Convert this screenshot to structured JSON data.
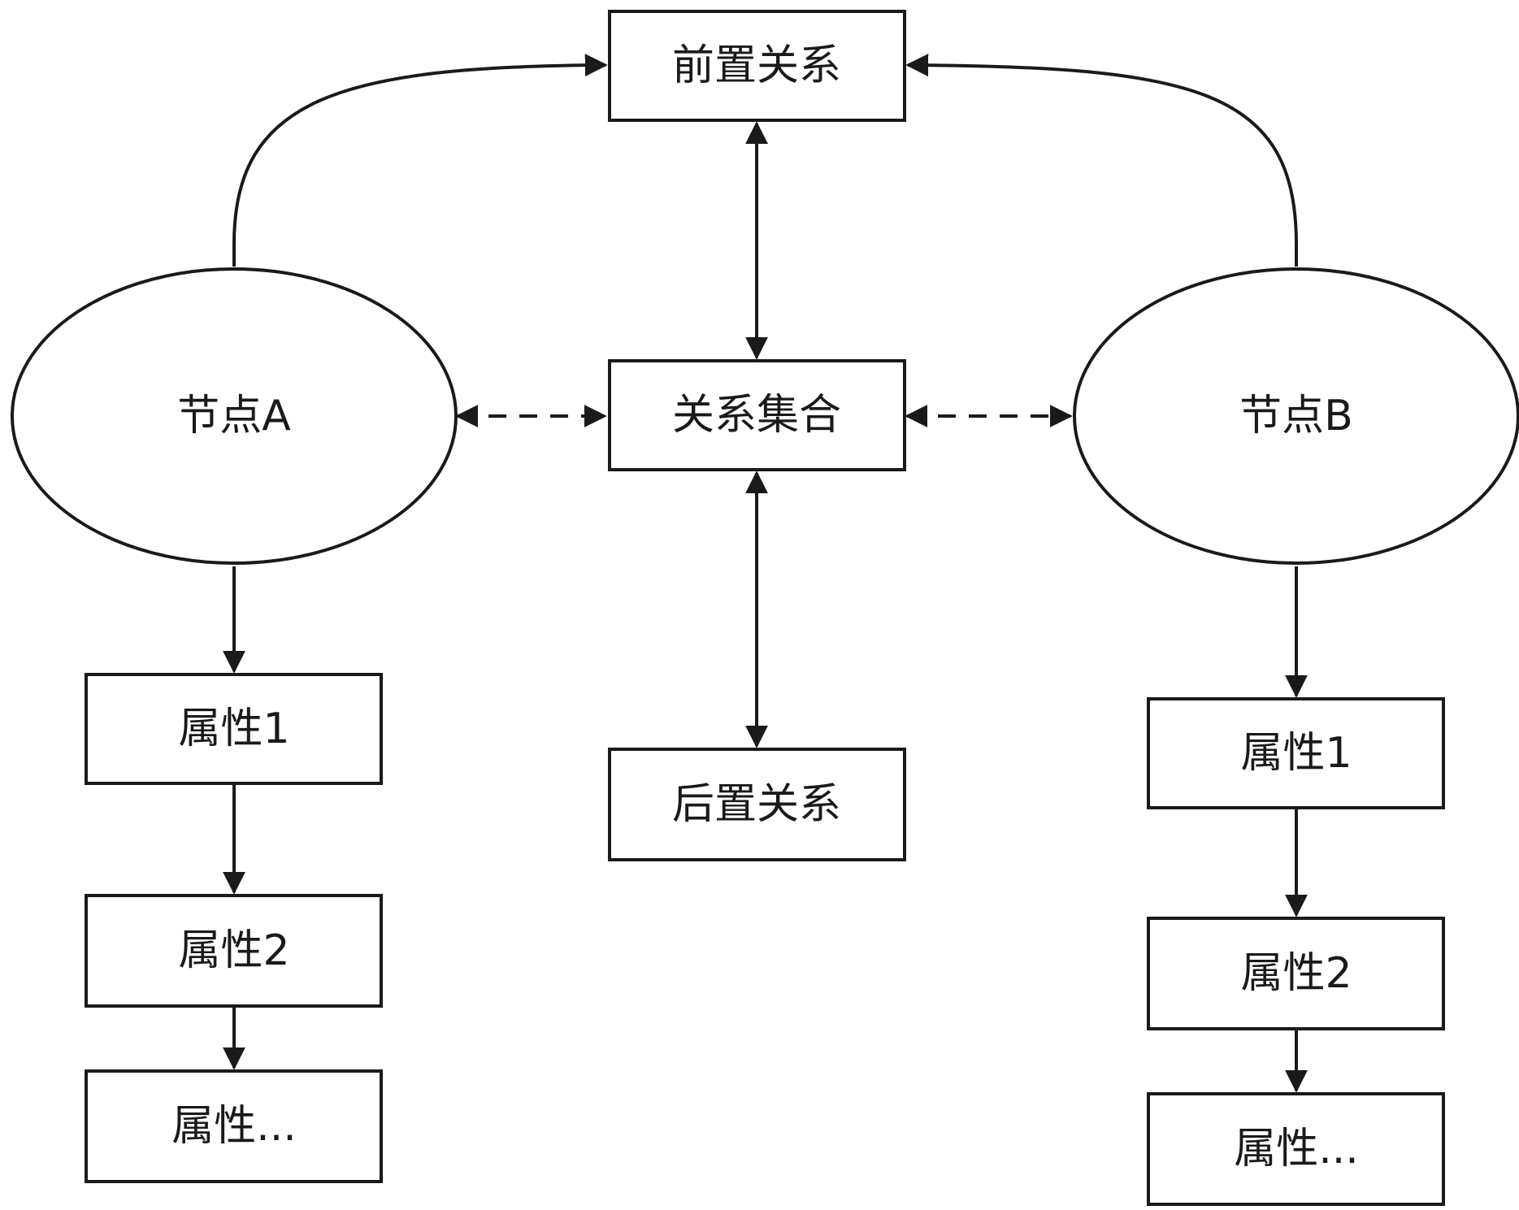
{
  "nodes": {
    "pre_relation": "前置关系",
    "relation_set": "关系集合",
    "post_relation": "后置关系",
    "node_a": "节点A",
    "node_b": "节点B",
    "a_attr1": "属性1",
    "a_attr2": "属性2",
    "a_attr_more": "属性...",
    "b_attr1": "属性1",
    "b_attr2": "属性2",
    "b_attr_more": "属性..."
  }
}
